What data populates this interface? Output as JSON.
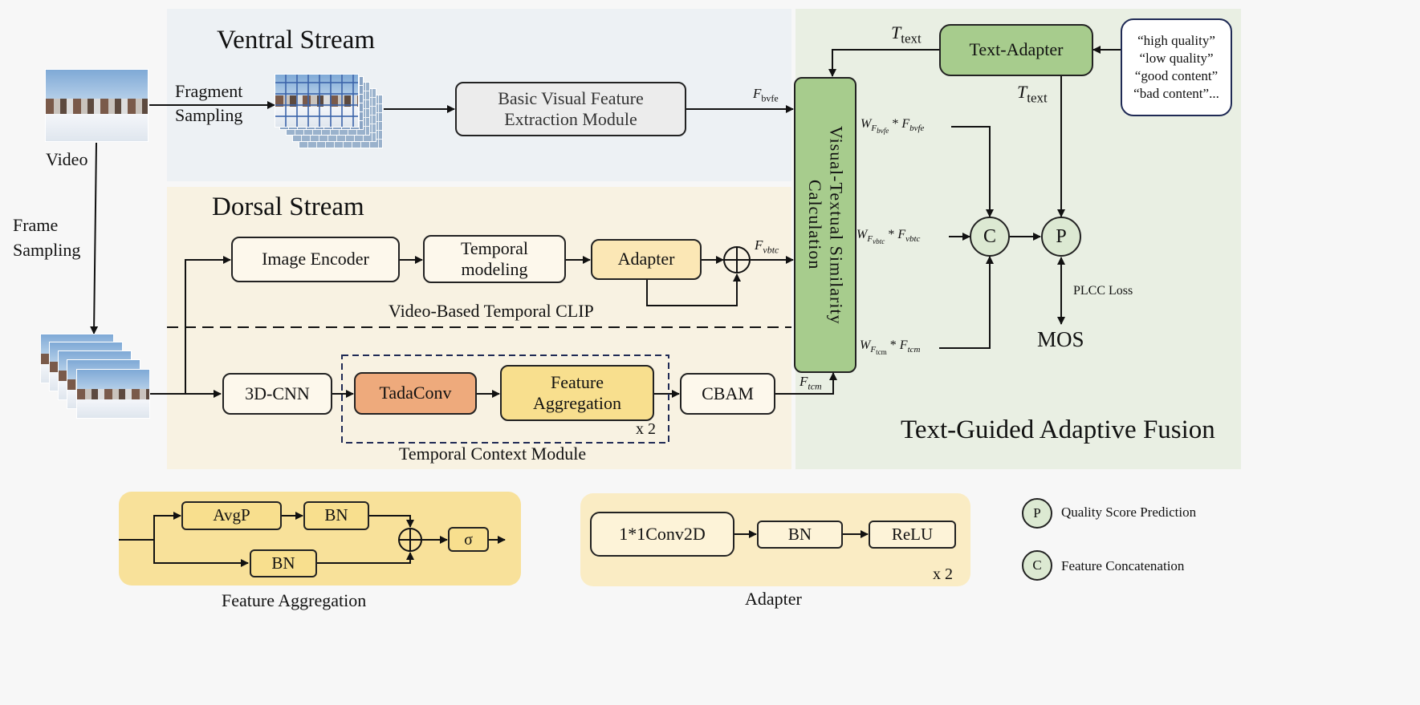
{
  "colors": {
    "ventral_bg": "#edf1f4",
    "dorsal_bg": "#f8f2e2",
    "fusion_bg": "#e9efe3",
    "green_box": "#a7cc8d",
    "adapter_yellow": "#fbe7b5",
    "feature_agg_yellow": "#f8df8e",
    "tadaconv_orange": "#eeaa7c",
    "gray_box": "#ececec",
    "legend_panel_yellow": "#f8e19a",
    "legend_panel_cream": "#faecc4"
  },
  "ventral": {
    "title": "Ventral Stream",
    "video_label": "Video",
    "fragment_sampling": [
      "Fragment",
      "Sampling"
    ],
    "bvfe_box": [
      "Basic Visual Feature",
      "Extraction Module"
    ],
    "f_bvfe": "F",
    "f_bvfe_sub": "bvfe"
  },
  "dorsal": {
    "title": "Dorsal Stream",
    "frame_sampling": [
      "Frame",
      "Sampling"
    ],
    "image_encoder": "Image Encoder",
    "temporal_modeling": [
      "Temporal",
      "modeling"
    ],
    "adapter": "Adapter",
    "f_vbtc": "F",
    "f_vbtc_sub": "vbtc",
    "clip_label": "Video-Based Temporal CLIP",
    "cnn3d": "3D-CNN",
    "tadaconv": "TadaConv",
    "feature_aggregation": [
      "Feature",
      "Aggregation"
    ],
    "x2": "x 2",
    "cbam": "CBAM",
    "f_tcm": "F",
    "f_tcm_sub": "tcm",
    "tcm_label": "Temporal Context Module"
  },
  "fusion": {
    "title": "Text-Guided Adaptive Fusion",
    "vts_box": [
      "Visual-Textual Similarity",
      "Calculation"
    ],
    "text_adapter": "Text-Adapter",
    "t_text": "T",
    "t_text_sub": "text",
    "prompts": [
      "“high quality”",
      "“low quality”",
      "“good content”",
      "“bad content”..."
    ],
    "w_bvfe": [
      "W",
      "F",
      "bvfe",
      " * ",
      "F",
      "bvfe"
    ],
    "w_vbtc": [
      "W",
      "F",
      "vbtc",
      " * ",
      "F",
      "vbtc"
    ],
    "w_tcm": [
      "W",
      "F",
      "tcm",
      " * ",
      "F",
      "tcm"
    ],
    "c": "C",
    "p": "P",
    "plcc": "PLCC Loss",
    "mos": "MOS"
  },
  "legend": {
    "fa_title": "Feature Aggregation",
    "avgp": "AvgP",
    "bn": "BN",
    "sigma": "σ",
    "ad_title": "Adapter",
    "conv": "1*1Conv2D",
    "relu": "ReLU",
    "x2": "x 2",
    "p_desc": "Quality Score Prediction",
    "c_desc": "Feature Concatenation"
  }
}
